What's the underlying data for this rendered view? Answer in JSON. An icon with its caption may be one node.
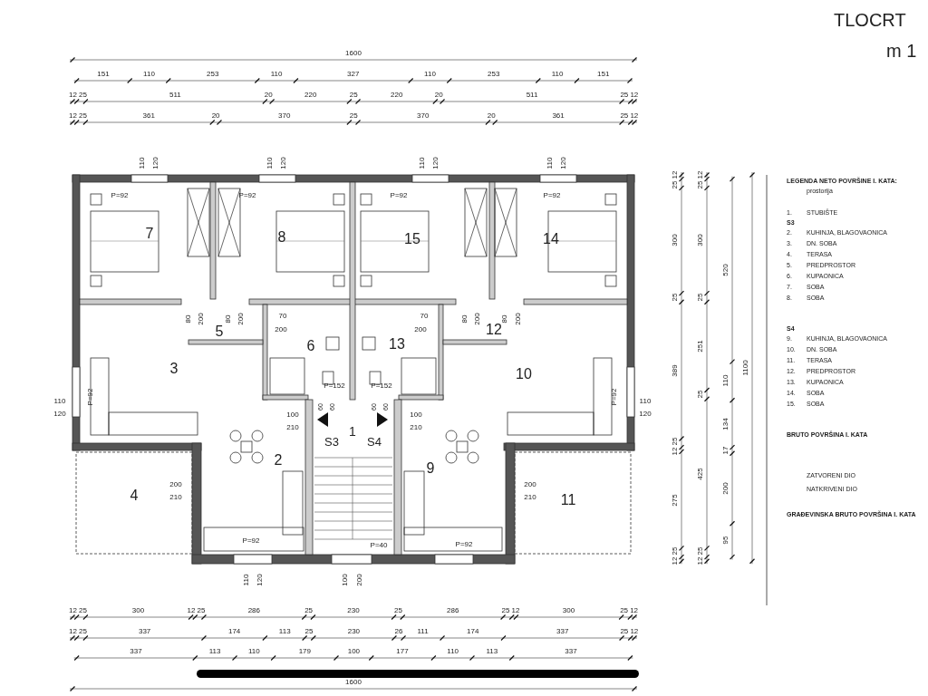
{
  "diagram": {
    "title": "TLOCRT",
    "labels": [
      "m 1",
      "1600",
      "151",
      "110",
      "253",
      "110",
      "327",
      "110",
      "253",
      "110",
      "151",
      "12",
      "25",
      "511",
      "20",
      "220",
      "25",
      "220",
      "20",
      "511",
      "25",
      "12",
      "12",
      "25",
      "361",
      "20",
      "370",
      "25",
      "370",
      "20",
      "361",
      "25",
      "12",
      "110",
      "120",
      "110",
      "120",
      "110",
      "120",
      "110",
      "120",
      "P=92",
      "P=92",
      "P=92",
      "P=92",
      "7",
      "8",
      "15",
      "14",
      "80",
      "200",
      "80",
      "200",
      "70",
      "200",
      "70",
      "200",
      "80",
      "200",
      "80",
      "200",
      "5",
      "6",
      "13",
      "12",
      "3",
      "10",
      "P=152",
      "P=152",
      "110",
      "120",
      "P=92",
      "P=92",
      "110",
      "120",
      "60",
      "60",
      "60",
      "60",
      "100",
      "210",
      "100",
      "210",
      "1",
      "S3",
      "S4",
      "2",
      "9",
      "4",
      "200",
      "210",
      "200",
      "210",
      "11",
      "P=92",
      "P=40",
      "P=92",
      "110",
      "120",
      "100",
      "200",
      "12",
      "25",
      "300",
      "12",
      "25",
      "286",
      "25",
      "230",
      "25",
      "286",
      "25",
      "12",
      "300",
      "25",
      "12",
      "12",
      "25",
      "337",
      "174",
      "113",
      "25",
      "230",
      "26",
      "111",
      "174",
      "337",
      "25",
      "12",
      "337",
      "113",
      "110",
      "179",
      "100",
      "177",
      "110",
      "113",
      "337",
      "1600",
      "12",
      "25",
      "300",
      "25",
      "389",
      "25",
      "12",
      "275",
      "25",
      "12",
      "12",
      "25",
      "300",
      "25",
      "251",
      "25",
      "425",
      "25",
      "12",
      "520",
      "110",
      "134",
      "17",
      "200",
      "95",
      "1100",
      "LEGENDA NETO POVRŠINE I. KATA:",
      "prostorija",
      "1.",
      "STUBIŠTE",
      "S3",
      "2.",
      "KUHINJA, BLAGOVAONICA",
      "3.",
      "DN. SOBA",
      "4.",
      "TERASA",
      "5.",
      "PREDPROSTOR",
      "6.",
      "KUPAONICA",
      "7.",
      "SOBA",
      "8.",
      "SOBA",
      "S4",
      "9.",
      "KUHINJA, BLAGOVAONICA",
      "10.",
      "DN. SOBA",
      "11.",
      "TERASA",
      "12.",
      "PREDPROSTOR",
      "13.",
      "KUPAONICA",
      "14.",
      "SOBA",
      "15.",
      "SOBA",
      "BRUTO POVRŠINA I. KATA",
      "ZATVORENI DIO",
      "NATKRIVENI DIO",
      "GRAĐEVINSKA BRUTO POVRŠINA I. KATA"
    ]
  }
}
